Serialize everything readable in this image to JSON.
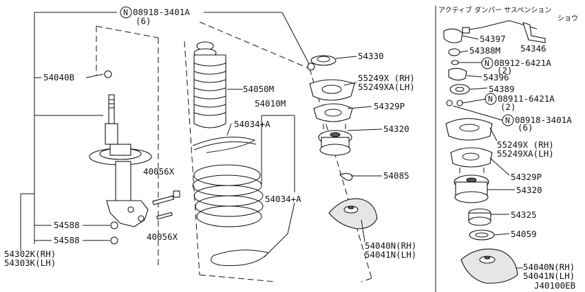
{
  "header_jp": "アクティブ ダンパー サスペンション",
  "header_jp2": "ショウ",
  "labels": {
    "top_bolt": "08918-3401A",
    "top_bolt_qty": "(6)",
    "b54040": "54040B",
    "p54050": "54050M",
    "p54010": "54010M",
    "p54034a": "54034+A",
    "p54034b": "54034+A",
    "p40056a": "40056X",
    "p40056b": "40056X",
    "p54588a": "54588",
    "p54588b": "54588",
    "p54302": "54302K(RH)",
    "p54303": "54303K(LH)",
    "p54330": "54330",
    "p55249": "55249X (RH)",
    "p55249b": "55249XA(LH)",
    "p54329": "54329P",
    "p54320": "54320",
    "p54085": "54085",
    "p54040n": "54040N(RH)",
    "p54041n": "54041N(LH)",
    "r54397": "54397",
    "r54388": "54388M",
    "r54346": "54346",
    "r08912": "08912-6421A",
    "r08912q": "(2)",
    "r54396": "54396",
    "r54389": "54389",
    "r08911": "08911-6421A",
    "r08911q": "(2)",
    "r08918": "08918-3401A",
    "r08918q": "(6)",
    "r55249": "55249X (RH)",
    "r55249b": "55249XA(LH)",
    "r54329": "54329P",
    "r54320": "54320",
    "r54325": "54325",
    "r54059": "54059",
    "r54040n": "54040N(RH)",
    "r54041n": "54041N(LH)",
    "diagram_code": "J40100EB",
    "n_mark": "N"
  }
}
